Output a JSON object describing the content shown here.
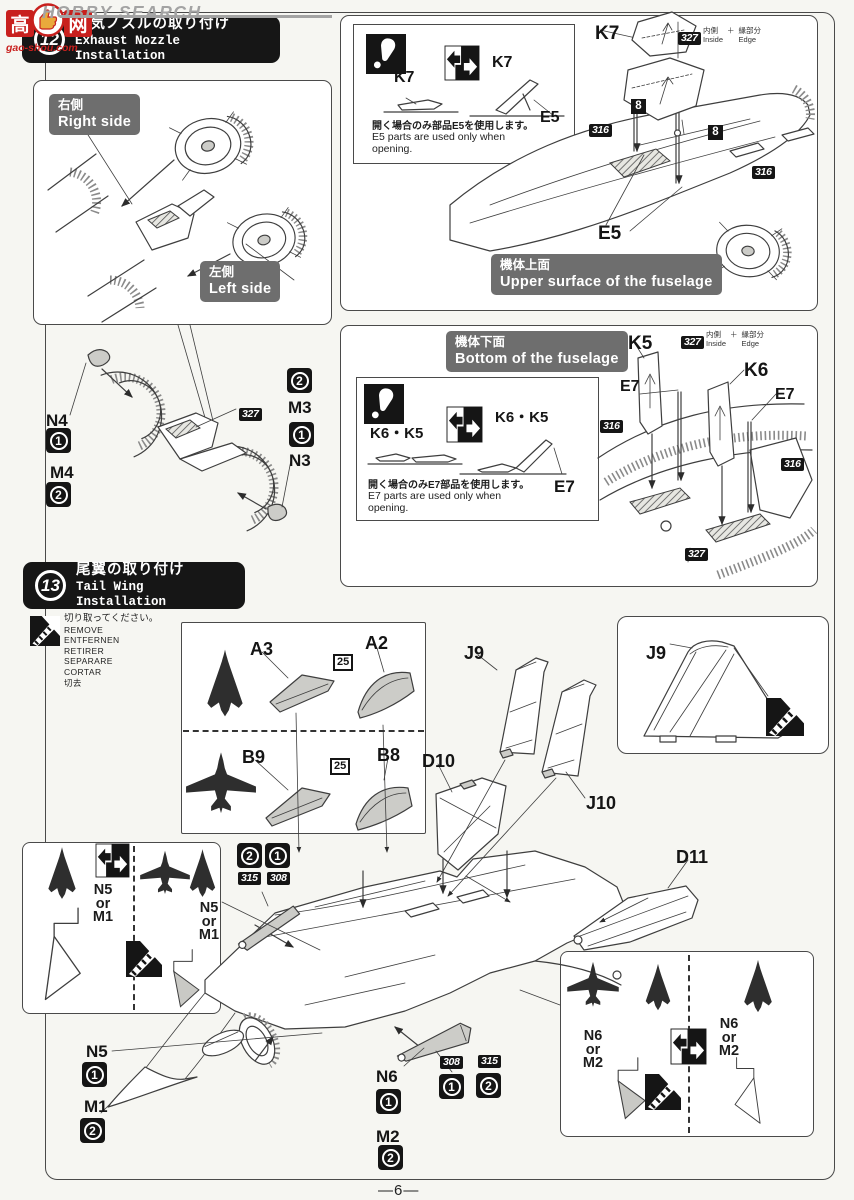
{
  "watermark": {
    "logo_left": "高",
    "logo_right": "网",
    "domain": "gao-shou.com",
    "site": "HOBBY SEARCH"
  },
  "step12": {
    "num": "12",
    "title_jp": "排気ノズルの取り付け",
    "title_en": "Exhaust Nozzle Installation",
    "nozzles": {
      "right_jp": "右側",
      "right_en": "Right side",
      "left_jp": "左側",
      "left_en": "Left side"
    },
    "tail": {
      "n4": "N4",
      "m4": "M4",
      "m3": "M3",
      "n3": "N3",
      "v1": "1",
      "v2": "2",
      "paint327": "327"
    },
    "upper": {
      "k7": "K7",
      "e5": "E5",
      "note_jp": "開く場合のみ部品E5を使用します。",
      "note_en1": "E5 parts are used only when",
      "note_en2": "opening.",
      "paint327": "327",
      "paint316": "316",
      "pin8": "8",
      "inside_jp": "内側",
      "inside_en": "Inside",
      "plus": "＋",
      "edge_jp": "縁部分",
      "edge_en": "Edge",
      "caption_jp": "機体上面",
      "caption_en": "Upper surface of the fuselage"
    },
    "bottom": {
      "caption_jp": "機体下面",
      "caption_en": "Bottom of the fuselage",
      "k6k5": "K6・K5",
      "k5": "K5",
      "k6": "K6",
      "e7": "E7",
      "note_jp": "開く場合のみE7部品を使用します。",
      "note_en1": "E7 parts are used only when",
      "note_en2": "opening.",
      "paint327": "327",
      "paint316": "316",
      "inside_jp": "内側",
      "inside_en": "Inside",
      "plus": "＋",
      "edge_jp": "縁部分",
      "edge_en": "Edge"
    }
  },
  "step13": {
    "num": "13",
    "title_jp": "尾翼の取り付け",
    "title_en": "Tail Wing Installation",
    "remove": [
      "切り取ってください。",
      "REMOVE",
      "ENTFERNEN",
      "RETIRER",
      "SEPARARE",
      "CORTAR",
      "切去"
    ],
    "parts": {
      "a3": "A3",
      "a2": "A2",
      "b9": "B9",
      "b8": "B8",
      "j9": "J9",
      "j10": "J10",
      "d10": "D10",
      "d11": "D11",
      "n5": "N5",
      "m1": "M1",
      "n6": "N6",
      "m2": "M2",
      "or": "or"
    },
    "badge25": "25",
    "v1": "1",
    "v2": "2",
    "paint308": "308",
    "paint315": "315"
  },
  "footer": {
    "page": "—6—"
  }
}
